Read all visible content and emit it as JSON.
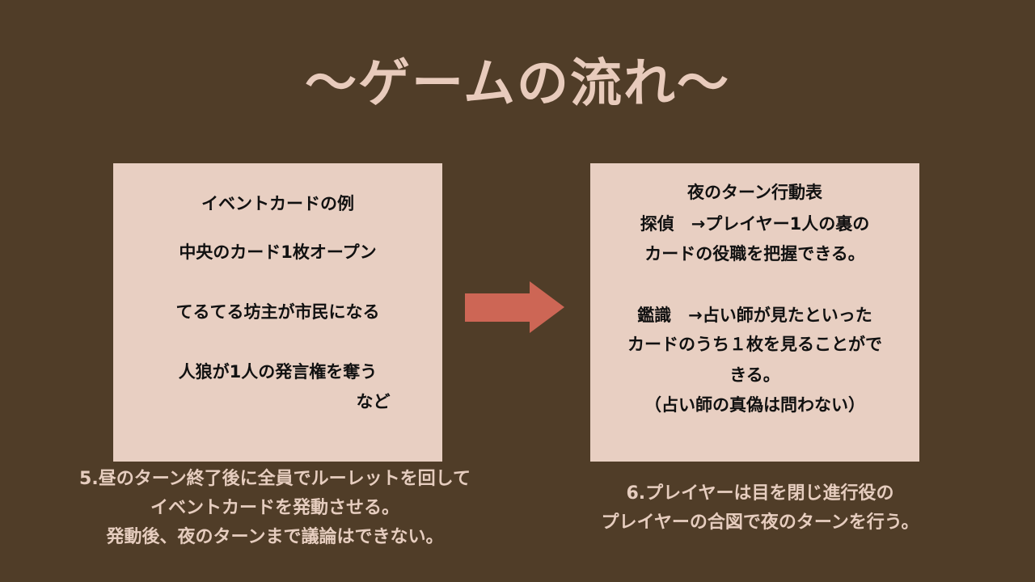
{
  "title": "〜ゲームの流れ〜",
  "left_box": {
    "heading": "イベントカードの例",
    "items": [
      "中央のカード1枚オープン",
      "てるてる坊主が市民になる",
      "人狼が1人の発言権を奪う",
      "など"
    ]
  },
  "right_box": {
    "heading": "夜のターン行動表",
    "lines": [
      "探偵　→プレイヤー1人の裏の",
      "カードの役職を把握できる。",
      "鑑識　→占い師が見たといった",
      "カードのうち１枚を見ることがで",
      "きる。",
      "（占い師の真偽は問わない）"
    ]
  },
  "left_caption": [
    "5.昼のターン終了後に全員でルーレットを回して",
    "イベントカードを発動させる。",
    "発動後、夜のターンまで議論はできない。"
  ],
  "right_caption": [
    "6.プレイヤーは目を閉じ進行役の",
    "プレイヤーの合図で夜のターンを行う。"
  ],
  "colors": {
    "background": "#503d28",
    "box": "#e8cfc2",
    "arrow": "#cd6655",
    "title": "#e8cbbc"
  }
}
